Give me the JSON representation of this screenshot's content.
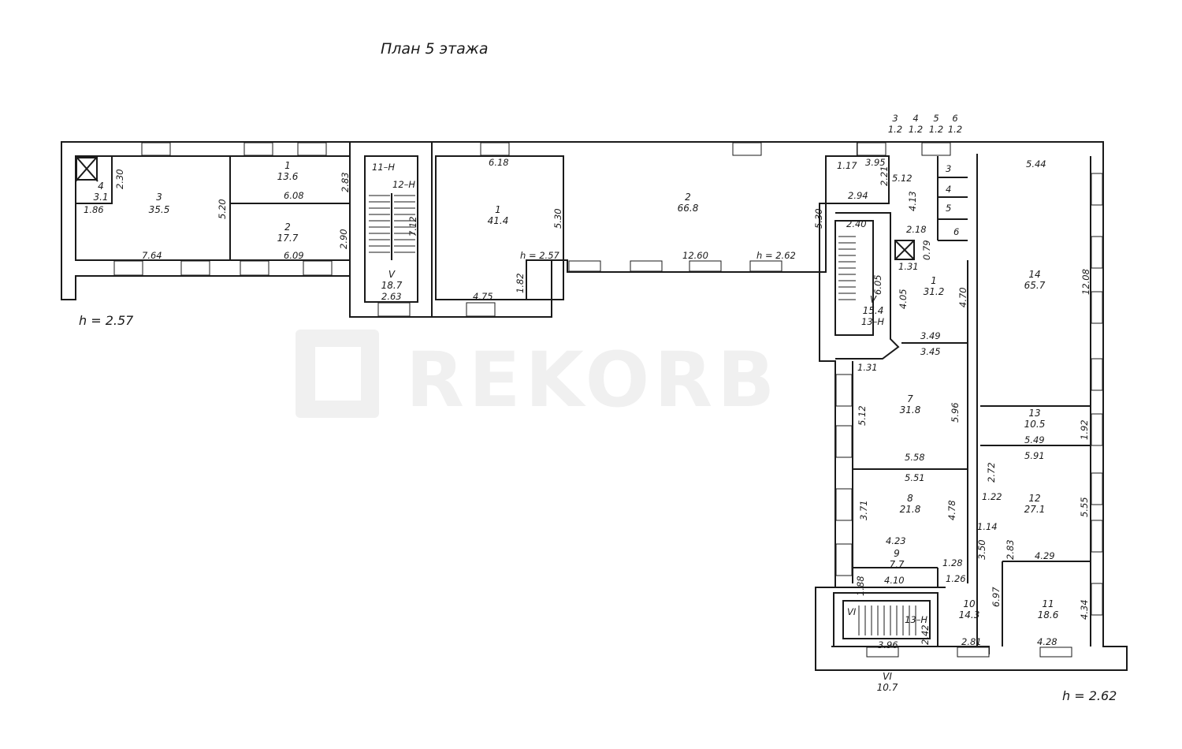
{
  "title": "План 5 этажа",
  "watermark": "REKORB",
  "heights": [
    "h = 2.57",
    "h = 2.57",
    "h = 2.62",
    "h = 2.62"
  ],
  "stairs": [
    "11–Н",
    "12–Н",
    "13–Н",
    "13–Н",
    "V",
    "V",
    "VI"
  ],
  "rooms": [
    {
      "num": "3",
      "area": "35.5"
    },
    {
      "num": "4",
      "area": "3.1"
    },
    {
      "num": "1",
      "area": "13.6"
    },
    {
      "num": "2",
      "area": "17.7"
    },
    {
      "num": "V",
      "area": "18.7"
    },
    {
      "num": "1",
      "area": "41.4"
    },
    {
      "num": "2",
      "area": "66.8"
    },
    {
      "num": "3",
      "area": "1.2"
    },
    {
      "num": "4",
      "area": "1.2"
    },
    {
      "num": "5",
      "area": "1.2"
    },
    {
      "num": "6",
      "area": "1.2"
    },
    {
      "num": "V",
      "area": "15.4"
    },
    {
      "num": "1",
      "area": "31.2"
    },
    {
      "num": "14",
      "area": "65.7"
    },
    {
      "num": "7",
      "area": "31.8"
    },
    {
      "num": "13",
      "area": "10.5"
    },
    {
      "num": "8",
      "area": "21.8"
    },
    {
      "num": "12",
      "area": "27.1"
    },
    {
      "num": "9",
      "area": "7.7"
    },
    {
      "num": "10",
      "area": "14.3"
    },
    {
      "num": "11",
      "area": "18.6"
    },
    {
      "num": "VI",
      "area": "10.7"
    }
  ],
  "wc_labels": [
    "3",
    "4",
    "5",
    "6"
  ],
  "dims": [
    "2.30",
    "1.86",
    "5.20",
    "7.64",
    "2.83",
    "6.08",
    "2.90",
    "6.09",
    "7.12",
    "2.63",
    "6.18",
    "5.30",
    "4.75",
    "1.82",
    "h = 2.57",
    "5.30",
    "12.60",
    "1.17",
    "3.95",
    "2.21",
    "2.94",
    "5.12",
    "4.13",
    "2.18",
    "0.79",
    "2.40",
    "1.31",
    "6.05",
    "4.05",
    "4.70",
    "3.49",
    "3.45",
    "1.31",
    "5.44",
    "12.08",
    "5.12",
    "5.96",
    "5.58",
    "5.51",
    "1.92",
    "5.49",
    "5.91",
    "2.72",
    "3.71",
    "4.78",
    "1.22",
    "1.14",
    "5.55",
    "2.83",
    "4.23",
    "1.28",
    "3.50",
    "4.29",
    "1.88",
    "4.10",
    "1.26",
    "6.97",
    "4.34",
    "2.42",
    "3.96",
    "2.81",
    "4.28"
  ]
}
